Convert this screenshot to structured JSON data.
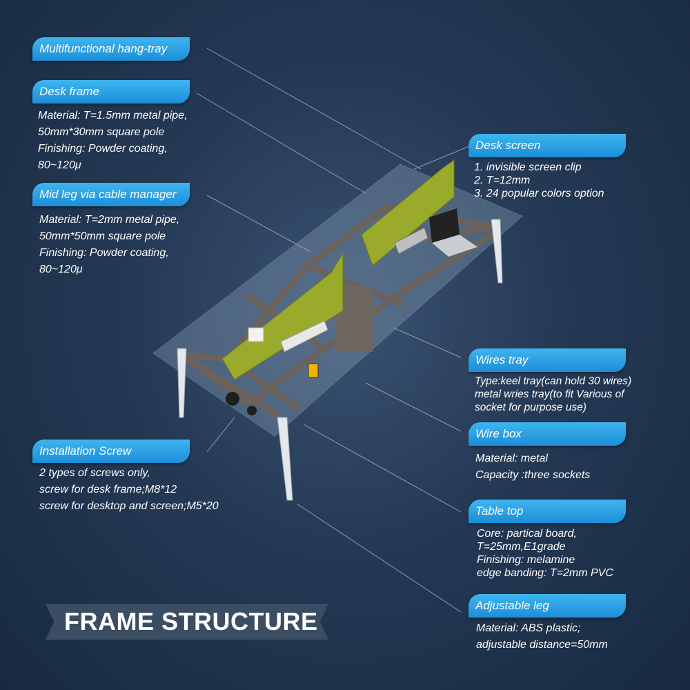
{
  "title": "FRAME STRUCTURE",
  "labels": {
    "hang_tray": {
      "title": "Multifunctional hang-tray"
    },
    "desk_frame": {
      "title": "Desk frame",
      "lines": [
        "Material: T=1.5mm metal pipe,",
        "50mm*30mm square pole",
        "Finishing: Powder coating,",
        "80~120μ"
      ]
    },
    "mid_leg": {
      "title": "Mid leg via cable manager",
      "lines": [
        "Material: T=2mm metal pipe,",
        "50mm*50mm square pole",
        "Finishing: Powder coating,",
        "80~120μ"
      ]
    },
    "installation_screw": {
      "title": "Installation Screw",
      "lines": [
        "2 types of screws only,",
        "screw for desk frame;M8*12",
        "screw for desktop and screen;M5*20"
      ]
    },
    "desk_screen": {
      "title": "Desk screen",
      "lines": [
        "1. invisible screen clip",
        "2. T=12mm",
        "3. 24 popular colors option"
      ]
    },
    "wires_tray": {
      "title": "Wires tray",
      "lines": [
        "Type:keel tray(can hold 30 wires)",
        "metal wries tray(to fit Various of",
        "socket for purpose use)"
      ]
    },
    "wire_box": {
      "title": "Wire box",
      "lines": [
        "Material: metal",
        "Capacity :three sockets"
      ]
    },
    "table_top": {
      "title": "Table top",
      "lines": [
        "Core: partical board,",
        "T=25mm,E1grade",
        "Finishing: melamine",
        "edge banding: T=2mm PVC"
      ]
    },
    "adjustable_leg": {
      "title": "Adjustable leg",
      "lines": [
        "Material: ABS plastic;",
        "adjustable distance=50mm"
      ]
    }
  },
  "colors": {
    "pill": "#2aa0e4",
    "screen_panel": "#9aab2c",
    "frame": "#6b625c",
    "glass": "#8fa6bd"
  }
}
